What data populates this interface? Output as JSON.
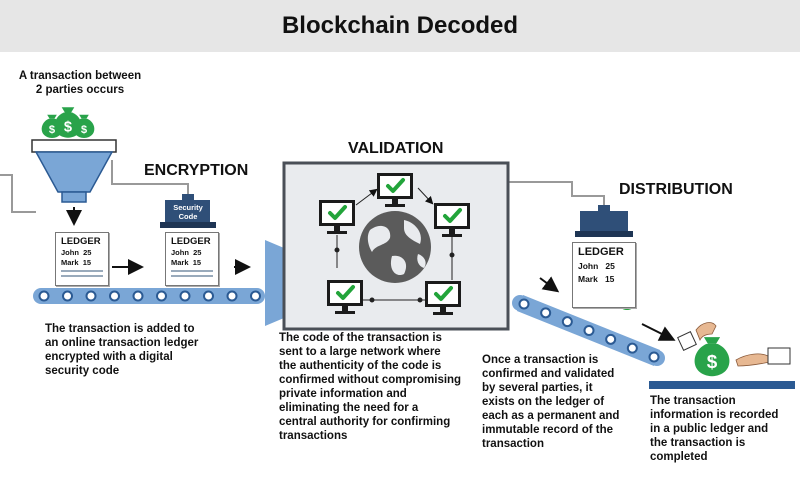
{
  "title": "Blockchain Decoded",
  "sections": {
    "encryption": "ENCRYPTION",
    "validation": "VALIDATION",
    "distribution": "DISTRIBUTION"
  },
  "captions": {
    "start": [
      "A transaction between",
      "2 parties occurs"
    ],
    "added": [
      "The transaction is added to",
      "an online transaction ledger",
      "encrypted with a digital",
      "security code"
    ],
    "validation": [
      "The code of the transaction is",
      "sent to a large network where",
      "the authenticity of the code is",
      "confirmed without compromising",
      "private information and",
      "eliminating the need for a",
      "central authority for confirming",
      "transactions"
    ],
    "distribution": [
      "Once a transaction is",
      "confirmed and validated",
      "by several parties, it",
      "exists on the ledger of",
      "each as a permanent and",
      "immutable record of the",
      "transaction"
    ],
    "complete": [
      "The transaction",
      "information is recorded",
      "in a public ledger and",
      "the transaction is",
      "completed"
    ]
  },
  "ledger": {
    "title": "LEDGER",
    "rows": [
      {
        "name": "John",
        "amount": "25"
      },
      {
        "name": "Mark",
        "amount": "15"
      }
    ]
  },
  "security_code": [
    "Security",
    "Code"
  ],
  "money_symbol": "$",
  "colors": {
    "title_bg": "#e6e6e6",
    "belt": "#7aa6d6",
    "belt_dark": "#2b5a93",
    "check": "#22a43a",
    "money": "#29a34a",
    "stamp": "#2f4f78",
    "globe": "#5b5b5b",
    "box_fill": "#e9ebee",
    "box_border": "#4a4f57"
  }
}
